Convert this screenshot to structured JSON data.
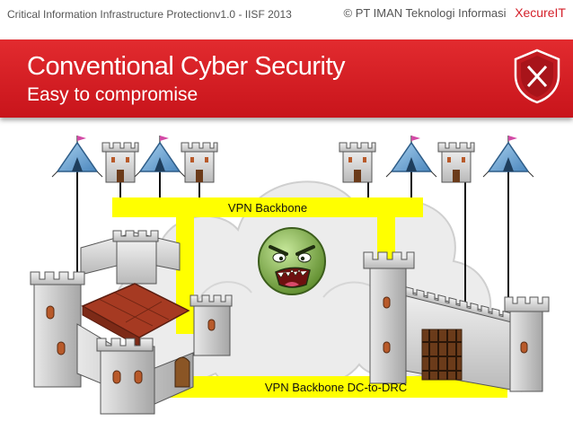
{
  "header": {
    "left_text": "Critical Information Infrastructure Protectionv1.0 - IISF 2013",
    "copyright_text": "© PT IMAN Teknologi Informasi",
    "brand_text": "XecureIT"
  },
  "slide": {
    "title": "Conventional Cyber Security",
    "subtitle": "Easy to compromise"
  },
  "diagram": {
    "backbone_label": "VPN Backbone",
    "dc_drc_label": "VPN Backbone DC-to-DRC"
  },
  "colors": {
    "banner_red": "#d4202a",
    "vpn_yellow": "#ffff00",
    "cloud_grey": "#e8e8e8"
  },
  "icons": [
    "tent-icon",
    "tower-icon",
    "castle-icon",
    "cloud-icon",
    "angry-face-icon",
    "shield-icon"
  ]
}
